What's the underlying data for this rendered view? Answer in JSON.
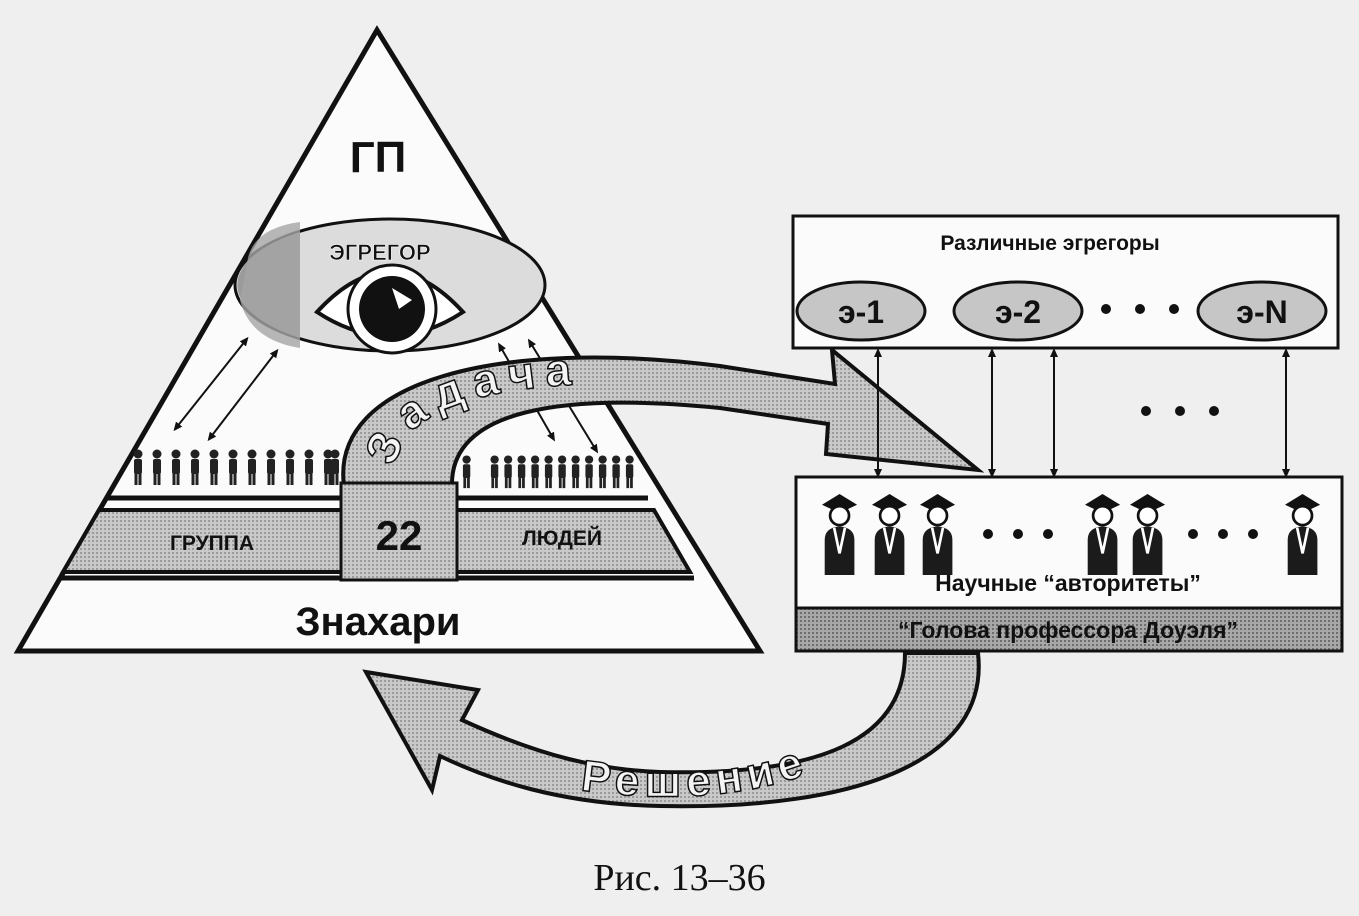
{
  "pyramid": {
    "top_label": "ГП",
    "egregor_label": "ЭГРЕГОР",
    "group_left": "ГРУППА",
    "group_number": "22",
    "group_right": "ЛЮДЕЙ",
    "base_label": "Знахари"
  },
  "egregors_box": {
    "title": "Различные эгрегоры",
    "items": [
      "э-1",
      "э-2",
      "э-N"
    ]
  },
  "authorities_box": {
    "label": "Научные “авторитеты”",
    "footer": "“Голова профессора Доуэля”"
  },
  "arrows": {
    "task": "Задача",
    "solution": "Решение"
  },
  "caption": "Рис. 13–36"
}
